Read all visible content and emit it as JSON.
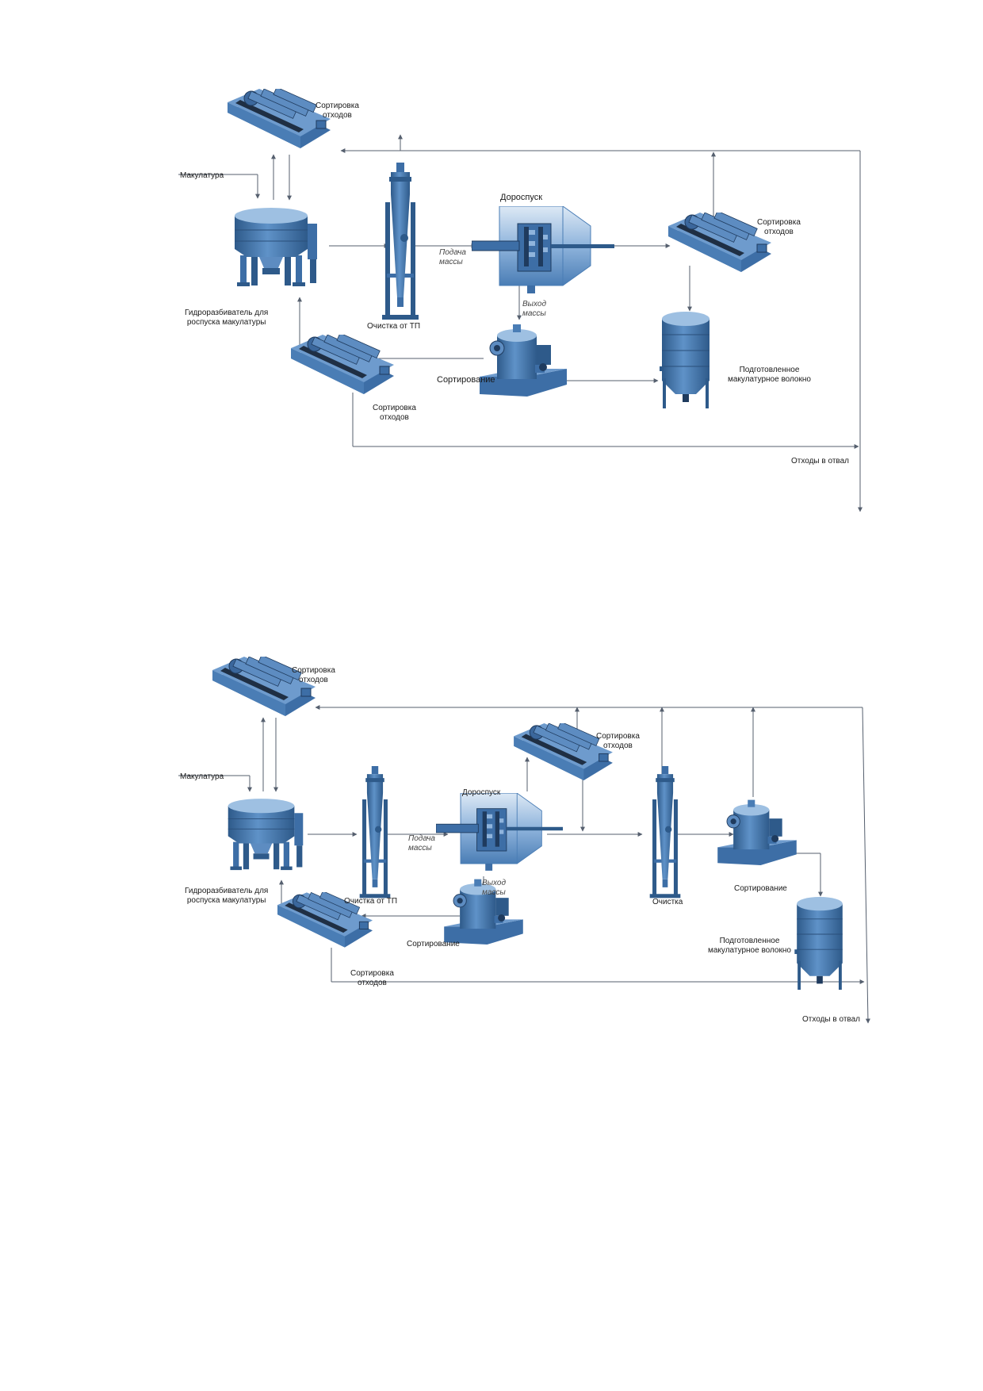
{
  "diagram1": {
    "labels": {
      "waste_sort_top": "Сортировка\nотходов",
      "makulatura": "Макулатура",
      "pulper": "Гидроразбиватель для\nроспуска макулатуры",
      "cleaner_tp": "Очистка от ТП",
      "dorospusk": "Дороспуск",
      "feed": "Подача\nмассы",
      "outlet": "Выход\nмассы",
      "waste_sort_right": "Сортировка\nотходов",
      "screening": "Сортирование",
      "prepared_fiber": "Подготовленное\nмакулатурное волокно",
      "waste_sort_bottom": "Сортировка\nотходов",
      "to_dump": "Отходы в отвал"
    }
  },
  "diagram2": {
    "labels": {
      "waste_sort_top": "Сортировка\nотходов",
      "makulatura": "Макулатура",
      "pulper": "Гидроразбиватель для\nроспуска макулатуры",
      "cleaner_tp": "Очистка от ТП",
      "dorospusk": "Дороспуск",
      "feed": "Подача\nмассы",
      "outlet": "Выход\nмассы",
      "waste_sort_mid": "Сортировка\nотходов",
      "cleaner": "Очистка",
      "screening_right": "Сортирование",
      "screening_left": "Сортирование",
      "prepared_fiber": "Подготовленное\nмакулатурное волокно",
      "waste_sort_bottom": "Сортировка\nотходов",
      "to_dump": "Отходы в отвал"
    }
  },
  "colors": {
    "equipment": "#4a7db5",
    "equipment_dark": "#2e5a8a",
    "equipment_light": "#8fb4dc",
    "line": "#555f6e"
  }
}
